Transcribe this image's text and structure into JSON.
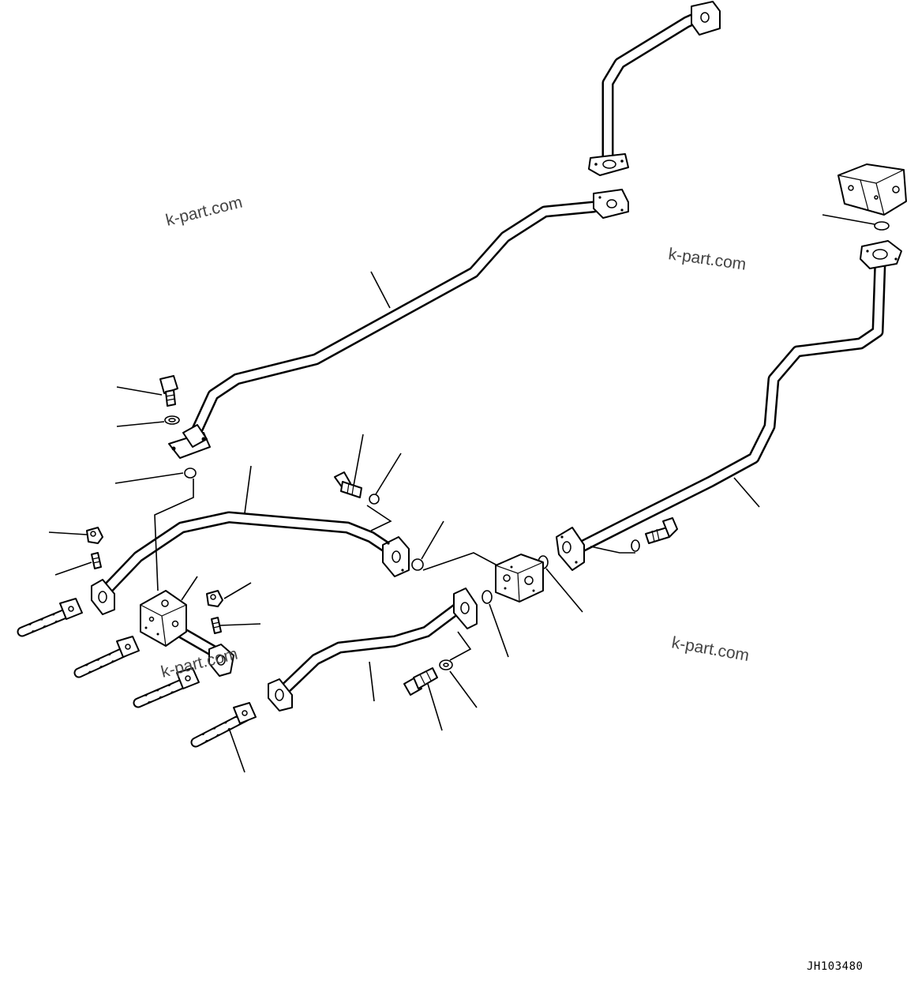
{
  "watermarks": [
    {
      "text": "k-part.com"
    },
    {
      "text": "k-part.com"
    },
    {
      "text": "k-part.com"
    },
    {
      "text": "k-part.com"
    }
  ],
  "drawing_id": "JH103480"
}
